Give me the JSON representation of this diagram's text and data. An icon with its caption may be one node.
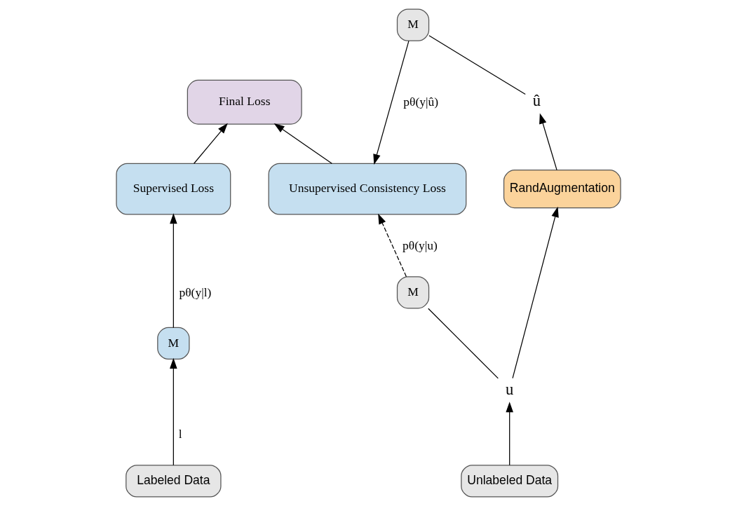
{
  "diagram": {
    "nodes": [
      {
        "text": [
          "Final Loss"
        ]
      },
      {
        "text": [
          "Supervised Loss"
        ]
      },
      {
        "text": [
          "Unsupervised Consistency Loss"
        ]
      },
      {
        "text": [
          "û"
        ]
      },
      {
        "text": [
          "M"
        ]
      },
      {
        "text": [
          "RandAugmentation"
        ]
      },
      {
        "text": [
          "M"
        ]
      },
      {
        "text": [
          "M"
        ]
      },
      {
        "text": [
          "u"
        ]
      },
      {
        "text": [
          "Labeled Data"
        ]
      },
      {
        "text": [
          "Unlabeled Data"
        ]
      }
    ],
    "edges": [
      {
        "from": 1,
        "to": 0,
        "arrow": "to"
      },
      {
        "from": 2,
        "to": 0,
        "arrow": "to"
      },
      {
        "from": 6,
        "to": 1,
        "arrow": "to",
        "label": "pθ(y|l)"
      },
      {
        "from": 9,
        "to": 6,
        "arrow": "to",
        "label": "l"
      },
      {
        "from": 10,
        "to": 8,
        "arrow": "to"
      },
      {
        "from": 8,
        "to": 7,
        "arrow": "none"
      },
      {
        "from": 7,
        "to": 2,
        "arrow": "to",
        "style": "dashed",
        "label": "pθ(y|u)"
      },
      {
        "from": 8,
        "to": 5,
        "arrow": "to"
      },
      {
        "from": 5,
        "to": 3,
        "arrow": "to"
      },
      {
        "from": 3,
        "to": 4,
        "arrow": "none"
      },
      {
        "from": 4,
        "to": 2,
        "arrow": "to",
        "label": "pθ(y|û)"
      }
    ]
  }
}
